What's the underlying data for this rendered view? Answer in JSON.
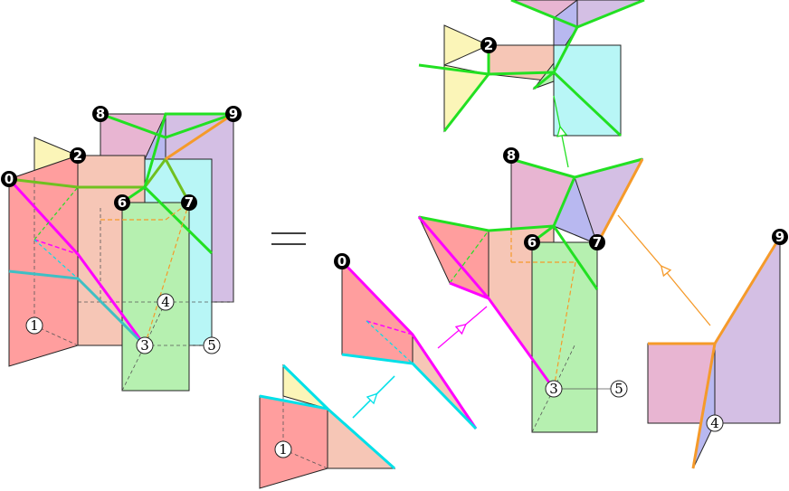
{
  "equals_sign": "=",
  "vertex_labels": {
    "v0": "0",
    "v2": "2",
    "v6": "6",
    "v7": "7",
    "v8": "8",
    "v9": "9"
  },
  "circled_labels": {
    "c1": "①",
    "c3": "③",
    "c4": "④",
    "c5": "⑤"
  },
  "colors": {
    "red_fill": "#ff9e9e",
    "peach_fill": "#f6c6b6",
    "yellow_fill": "#fbf5b8",
    "green_fill": "#b6f0b0",
    "cyan_fill": "#b8f6f6",
    "lavender_fill": "#d4bfe4",
    "blue_fill": "#b8b8f0",
    "magenta": "#ff00ff",
    "cyan": "#00e0e8",
    "green": "#22e022",
    "orange": "#f59a2a",
    "olive": "#8cb040"
  }
}
